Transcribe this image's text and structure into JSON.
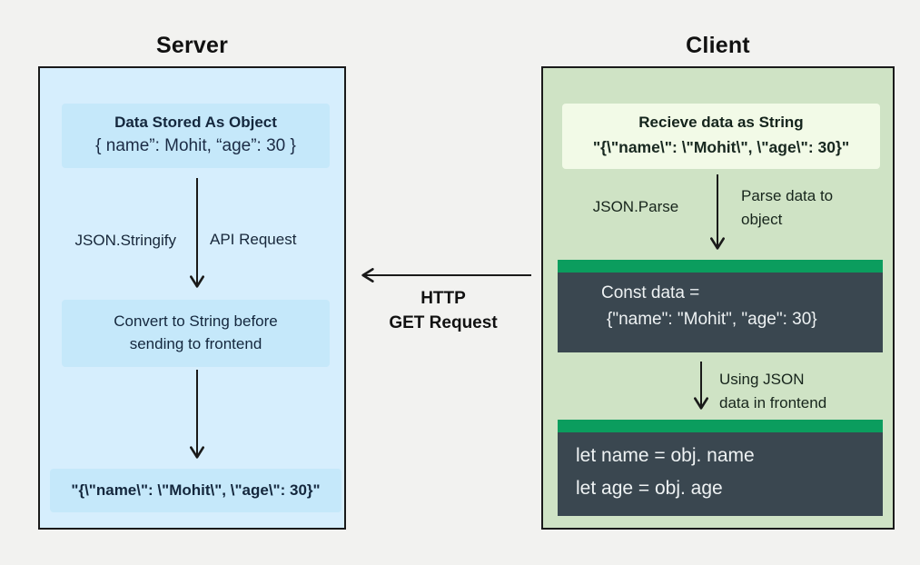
{
  "server": {
    "title": "Server",
    "object_box": {
      "title": "Data Stored As Object",
      "code": "{ name”: Mohit, “age”: 30 }"
    },
    "stringify_label": "JSON.Stringify",
    "api_label": "API Request",
    "convert_box": {
      "line1": "Convert to String before",
      "line2": "sending to frontend"
    },
    "string_box": "\"{\\\"name\\\": \\\"Mohit\\\", \\\"age\\\": 30}\""
  },
  "transfer": {
    "line1": "HTTP",
    "line2": "GET Request"
  },
  "client": {
    "title": "Client",
    "receive_box": {
      "title": "Recieve data as String",
      "code": "\"{\\\"name\\\": \\\"Mohit\\\", \\\"age\\\": 30}\""
    },
    "parse_label": "JSON.Parse",
    "parse_note": {
      "line1": "Parse data to",
      "line2": "object"
    },
    "const_box": {
      "line1": "Const data =",
      "line2": "{\"name\": \"Mohit\", \"age\": 30}"
    },
    "using_note": {
      "line1": "Using JSON",
      "line2": "data in frontend"
    },
    "let_box": {
      "line1": "let name =  obj. name",
      "line2": "let age =  obj. age"
    }
  },
  "colors": {
    "page_bg": "#f2f2f0",
    "server_panel_bg": "#d6eefd",
    "server_inner_bg": "#c5e8fa",
    "client_panel_bg": "#cfe3c5",
    "client_inner_bg": "#f2fae7",
    "dark_box_bg": "#3a4750",
    "accent_green": "#0b9d5e",
    "arrow": "#1a1a1a"
  }
}
